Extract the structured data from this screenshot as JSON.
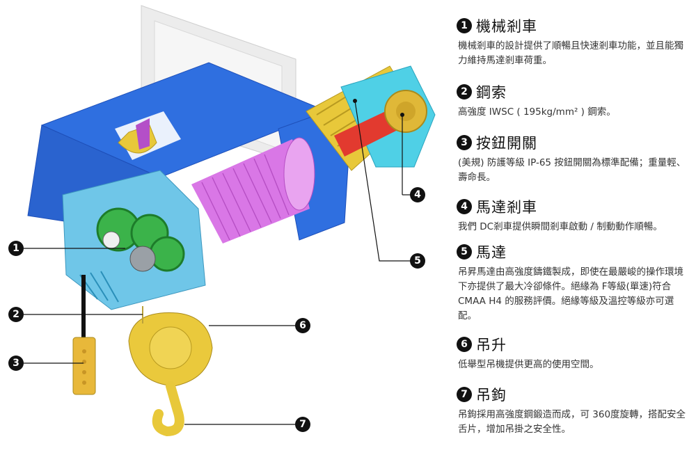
{
  "features": [
    {
      "num": "1",
      "title": "機械剎車",
      "desc": "機械剎車的設計提供了順暢且快速剎車功能，並且能獨力維持馬達剎車荷重。"
    },
    {
      "num": "2",
      "title": "鋼索",
      "desc": "高強度  IWSC ( 195kg/mm² ) 鋼索。"
    },
    {
      "num": "3",
      "title": "按鈕開關",
      "desc": "(美規) 防護等級 IP-65 按鈕開關為標準配備；重量輕、壽命長。"
    },
    {
      "num": "4",
      "title": "馬達剎車",
      "desc": "我們  DC剎車提供瞬間剎車啟動 / 制動動作順暢。"
    },
    {
      "num": "5",
      "title": "馬達",
      "desc": "吊昇馬達由高強度鑄鐵製成，即使在最嚴峻的操作環境下亦提供了最大冷卻條件。絕緣為 F等級(單速)符合 CMAA H4 的服務評價。絕緣等級及溫控等級亦可選配。"
    },
    {
      "num": "6",
      "title": "吊升",
      "desc": "低舉型吊機提供更高的使用空間。"
    },
    {
      "num": "7",
      "title": "吊鉤",
      "desc": "吊鉤採用高強度鋼鍛造而成，可 360度旋轉，搭配安全舌片，增加吊掛之安全性。"
    }
  ],
  "callouts": [
    "1",
    "2",
    "3",
    "4",
    "5",
    "6",
    "7"
  ],
  "colors": {
    "frame_blue": "#2f6fe0",
    "frame_blue_dark": "#1e4fb8",
    "drum_magenta": "#d977e6",
    "gear_green": "#3bb34a",
    "motor_yellow": "#e8c83a",
    "motor_cyan": "#4fd0e6",
    "gearbox_cyan": "#6fc6e8",
    "wall_gray": "#e6e6e6"
  }
}
